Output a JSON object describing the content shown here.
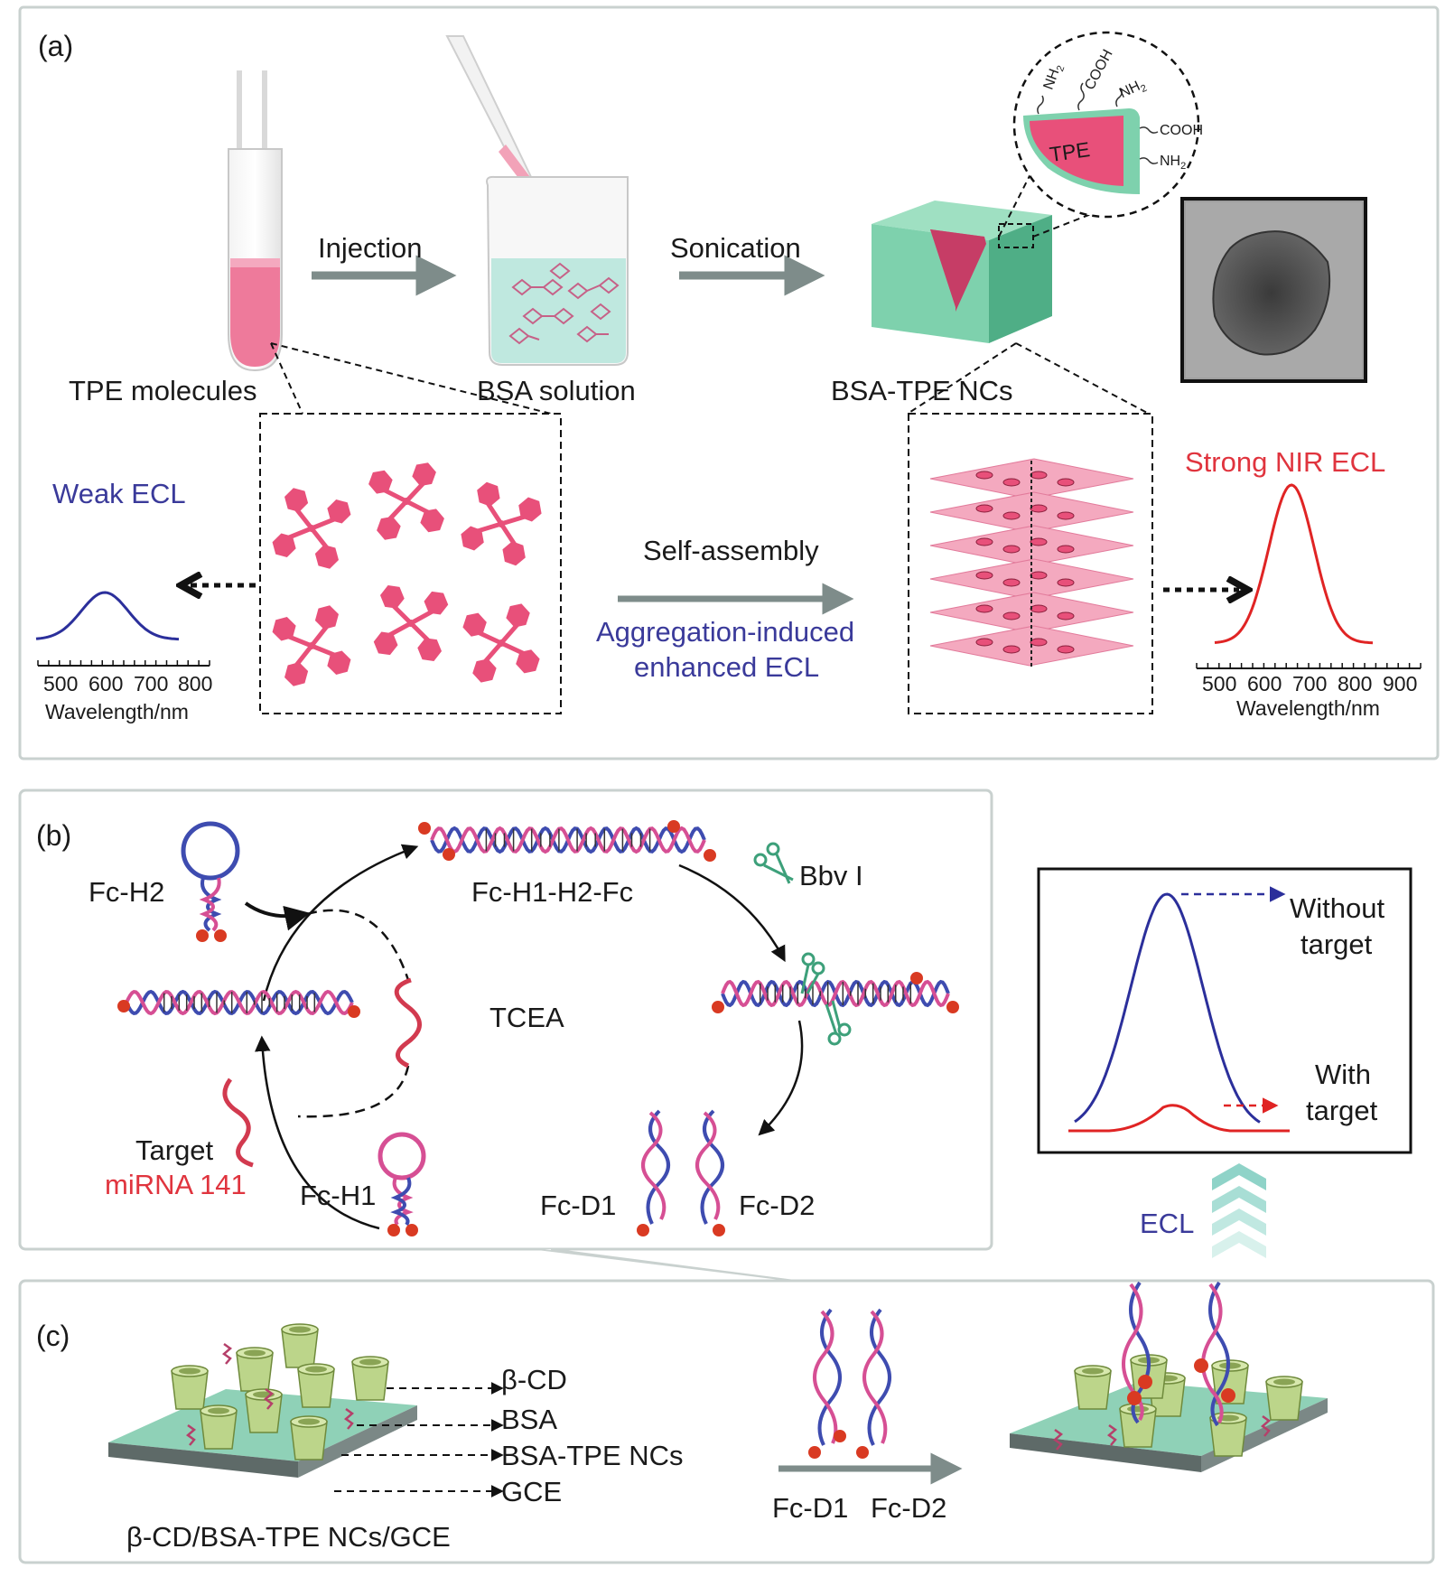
{
  "colors": {
    "pink": "#e8507a",
    "light_pink": "#f2a2b8",
    "mint": "#7ed1ad",
    "dark_mint": "#4fae86",
    "blue_curve": "#2b2f9b",
    "red_curve": "#e02424",
    "arrow_gray": "#7e8c8a",
    "dna_blue": "#3e4cb0",
    "dna_pink": "#d64f94",
    "bead_red": "#d93a22",
    "cup_green": "#bcd58a",
    "electrode": "#8fd1b7",
    "text_blue": "#3a3a9a",
    "text_red": "#e0343e"
  },
  "panel_a": {
    "letter": "(a)",
    "injection": "Injection",
    "sonication": "Sonication",
    "tpe_molecules": "TPE molecules",
    "bsa_solution": "BSA solution",
    "bsa_tpe_ncs": "BSA-TPE NCs",
    "tpe_core": "TPE",
    "nh2": "NH",
    "cooh": "COOH",
    "sub2": "2",
    "weak_ecl": "Weak ECL",
    "strong_nir_ecl": "Strong NIR ECL",
    "self_assembly": "Self-assembly",
    "aie_line1": "Aggregation-induced",
    "aie_line2": "enhanced ECL",
    "left_ticks": [
      "500",
      "600",
      "700",
      "800"
    ],
    "right_ticks": [
      "500",
      "600",
      "700",
      "800",
      "900"
    ],
    "wavelength": "Wavelength/nm"
  },
  "panel_b": {
    "letter": "(b)",
    "fc_h2": "Fc-H2",
    "fc_h1_h2_fc": "Fc-H1-H2-Fc",
    "bbv": "Bbv I",
    "tcea": "TCEA",
    "target": "Target",
    "mirna": "miRNA 141",
    "fc_h1": "Fc-H1",
    "fc_d1": "Fc-D1",
    "fc_d2": "Fc-D2",
    "without_1": "Without",
    "without_2": "target",
    "with_1": "With",
    "with_2": "target",
    "ecl": "ECL"
  },
  "panel_c": {
    "letter": "(c)",
    "beta_cd": "β-CD",
    "bsa": "BSA",
    "bsa_tpe": "BSA-TPE NCs",
    "gce": "GCE",
    "electrode_label": "β-CD/BSA-TPE NCs/GCE",
    "fc_d1": "Fc-D1",
    "fc_d2": "Fc-D2"
  }
}
